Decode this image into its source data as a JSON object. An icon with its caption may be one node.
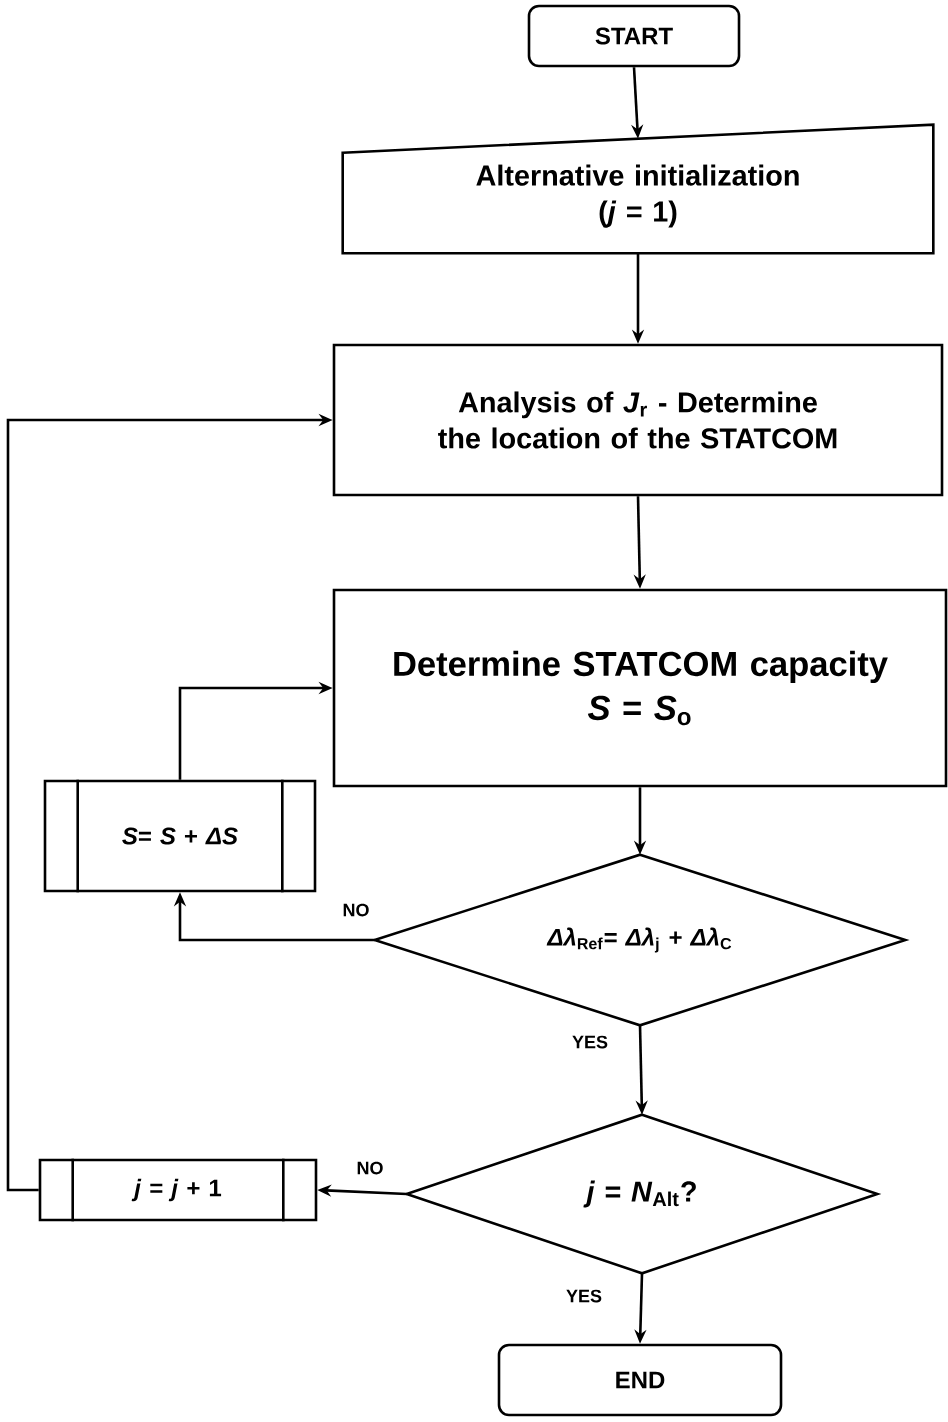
{
  "diagram": {
    "nodes": [
      {
        "text": [
          "START"
        ]
      },
      {
        "text": [
          "Alternative initialization",
          "(*j* = 1)"
        ]
      },
      {
        "text": [
          "Analysis of *J*$_{r}$ - Determine the location of the STATCOM"
        ]
      },
      {
        "text": [
          "Determine STATCOM capacity",
          "*S* = *S*$_{o}$"
        ]
      },
      {
        "text": [
          "*S*= *S* + *ΔS*"
        ]
      },
      {
        "text": [
          "*Δλ*$_{Ref}$= *Δλ*$_{j}$ + *Δλ*$_{C}$"
        ]
      },
      {
        "text": [
          "*j* = *N*$_{Alt}$?"
        ]
      },
      {
        "text": [
          "*j* = *j* + 1"
        ]
      },
      {
        "text": [
          "END"
        ]
      }
    ],
    "edges": [
      {
        "from": 0,
        "to": 1,
        "arrow": "to"
      },
      {
        "from": 1,
        "to": 2,
        "arrow": "to"
      },
      {
        "from": 2,
        "to": 3,
        "arrow": "to"
      },
      {
        "from": 3,
        "to": 5,
        "arrow": "to"
      },
      {
        "from": 5,
        "to": 4,
        "arrow": "to",
        "label": "NO"
      },
      {
        "from": 4,
        "to": 3,
        "arrow": "to"
      },
      {
        "from": 5,
        "to": 6,
        "arrow": "to",
        "label": "YES"
      },
      {
        "from": 6,
        "to": 7,
        "arrow": "to",
        "label": "NO"
      },
      {
        "from": 7,
        "to": 2,
        "arrow": "to"
      },
      {
        "from": 6,
        "to": 8,
        "arrow": "to",
        "label": "YES"
      }
    ]
  }
}
